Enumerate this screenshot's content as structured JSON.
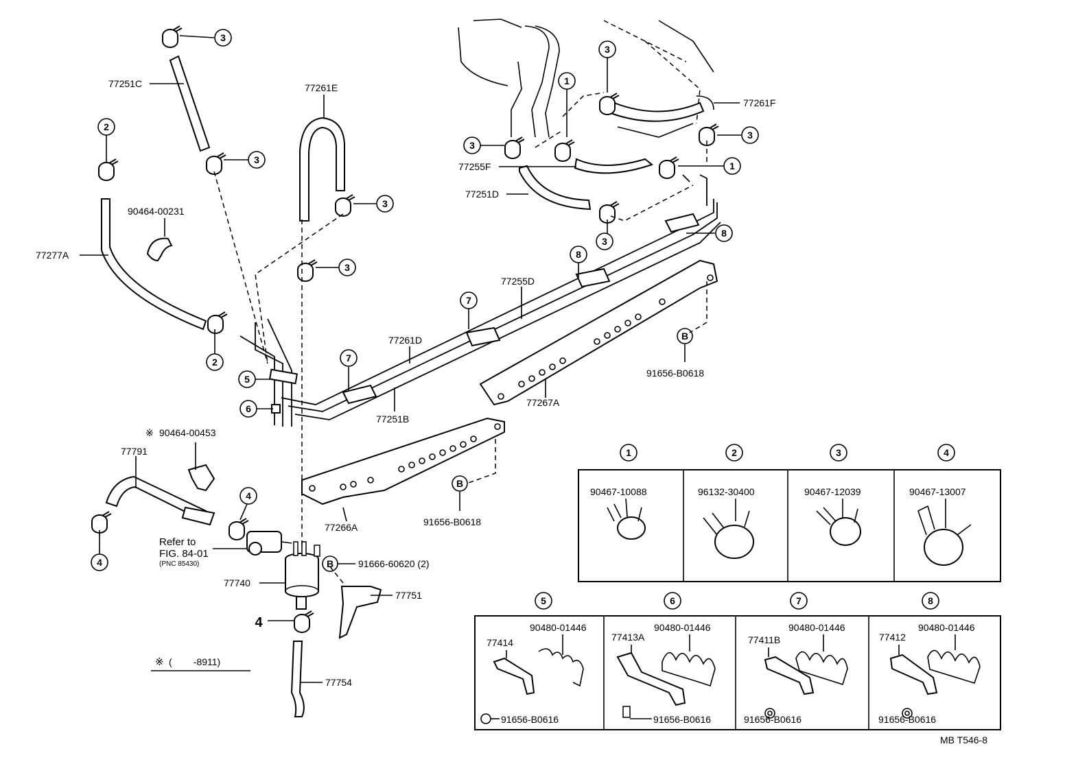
{
  "figure_code": "MB T546-8",
  "labels": {
    "p77251C": "77251C",
    "p77261E": "77261E",
    "p77261F": "77261F",
    "p77255F": "77255F",
    "p77251D": "77251D",
    "p90464_00231": "90464-00231",
    "p77277A": "77277A",
    "p77255D": "77255D",
    "p77261D": "77261D",
    "p77251B": "77251B",
    "p77267A": "77267A",
    "p91656_B0618_right": "91656-B0618",
    "p90464_00453": "90464-00453",
    "asterisk1": "※",
    "p77791": "77791",
    "p77266A": "77266A",
    "p91656_B0618_mid": "91656-B0618",
    "refer_to": "Refer to",
    "fig_ref": "FIG. 84-01",
    "pnc_ref": "(PNC 85430)",
    "p91666_60620": "91666-60620 (2)",
    "p77740": "77740",
    "p77751": "77751",
    "p77754": "77754",
    "asterisk2": "※",
    "footnote_range": "(        -8911)"
  },
  "callouts": {
    "one": "1",
    "two": "2",
    "three": "3",
    "four": "4",
    "five": "5",
    "six": "6",
    "seven": "7",
    "eight": "8",
    "b": "B"
  },
  "clamp_table": [
    {
      "key": "1",
      "part": "90467-10088"
    },
    {
      "key": "2",
      "part": "96132-30400"
    },
    {
      "key": "3",
      "part": "90467-12039"
    },
    {
      "key": "4",
      "part": "90467-13007"
    }
  ],
  "clip_table": [
    {
      "key": "5",
      "bracket": "77414",
      "clip": "90480-01446",
      "bolt": "91656-B0616"
    },
    {
      "key": "6",
      "bracket": "77413A",
      "clip": "90480-01446",
      "bolt": "91656-B0616"
    },
    {
      "key": "7",
      "bracket": "77411B",
      "clip": "90480-01446",
      "bolt": "91656-B0616"
    },
    {
      "key": "8",
      "bracket": "77412",
      "clip": "90480-01446",
      "bolt": "91656-B0616"
    }
  ]
}
